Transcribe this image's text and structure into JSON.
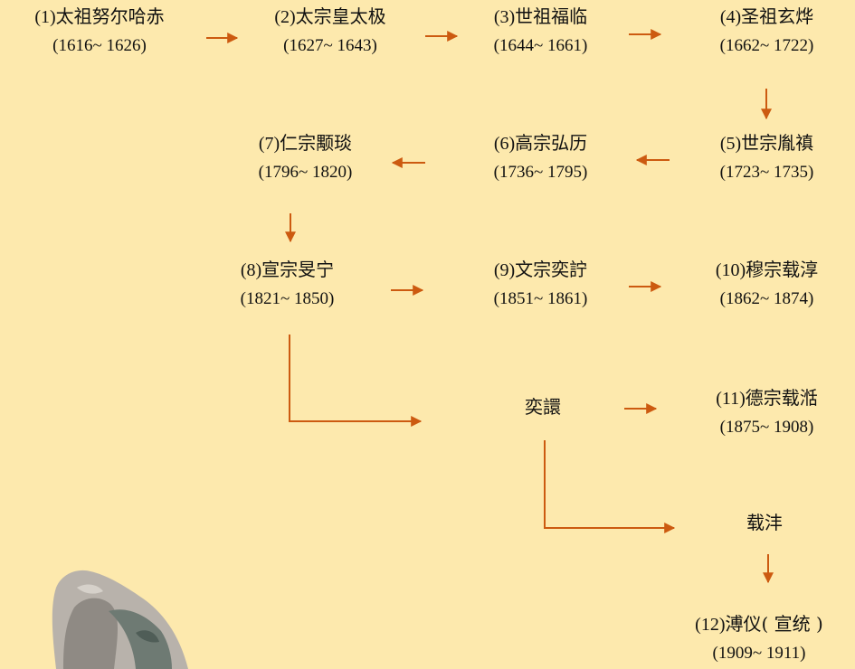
{
  "colors": {
    "background": "#fde9ad",
    "arrow": "#cc5a10",
    "text": "#111111"
  },
  "nodes": [
    {
      "id": "n1",
      "index": "(1)",
      "name": "太祖努尔哈赤",
      "years": "(1616~ 1626)"
    },
    {
      "id": "n2",
      "index": "(2)",
      "name": "太宗皇太极",
      "years": "(1627~ 1643)"
    },
    {
      "id": "n3",
      "index": "(3)",
      "name": "世祖福临",
      "years": "(1644~ 1661)"
    },
    {
      "id": "n4",
      "index": "(4)",
      "name": "圣祖玄烨",
      "years": "(1662~ 1722)"
    },
    {
      "id": "n5",
      "index": "(5)",
      "name": "世宗胤禛",
      "years": "(1723~ 1735)"
    },
    {
      "id": "n6",
      "index": "(6)",
      "name": "高宗弘历",
      "years": "(1736~ 1795)"
    },
    {
      "id": "n7",
      "index": "(7)",
      "name": "仁宗颙琰",
      "years": "(1796~ 1820)"
    },
    {
      "id": "n8",
      "index": "(8)",
      "name": "宣宗旻宁",
      "years": "(1821~ 1850)"
    },
    {
      "id": "n9",
      "index": "(9)",
      "name": "文宗奕詝",
      "years": "(1851~ 1861)"
    },
    {
      "id": "n10",
      "index": "(10)",
      "name": "穆宗载淳",
      "years": "(1862~ 1874)"
    },
    {
      "id": "n11",
      "index": "(11)",
      "name": "德宗载湉",
      "years": "(1875~ 1908)"
    },
    {
      "id": "n12",
      "index": "(12)",
      "name": "溥仪( 宣统 )",
      "years": "(1909~ 1911)"
    },
    {
      "id": "yixuan",
      "index": "",
      "name": "奕譞",
      "years": ""
    },
    {
      "id": "zaifeng",
      "index": "",
      "name": "载沣",
      "years": ""
    }
  ]
}
